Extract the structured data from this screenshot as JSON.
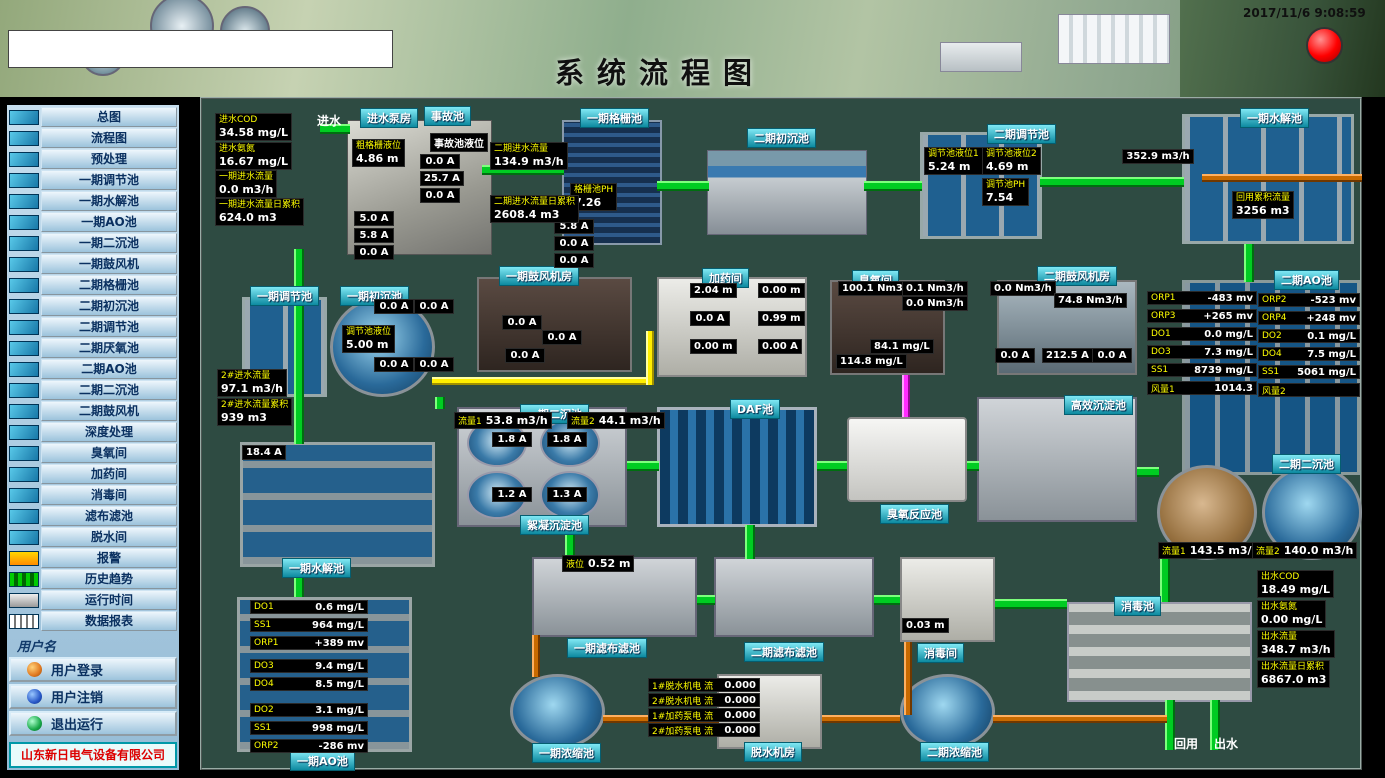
{
  "header": {
    "title": "系统流程图",
    "timestamp": "2017/11/6 9:08:59"
  },
  "sidebar": {
    "nav": [
      "总图",
      "流程图",
      "预处理",
      "一期调节池",
      "一期水解池",
      "一期AO池",
      "一期二沉池",
      "一期鼓风机",
      "二期格栅池",
      "二期初沉池",
      "二期调节池",
      "二期厌氧池",
      "二期AO池",
      "二期二沉池",
      "二期鼓风机",
      "深度处理",
      "臭氧间",
      "加药间",
      "消毒间",
      "滤布滤池",
      "脱水间",
      "报警",
      "历史趋势",
      "运行时间",
      "数据报表"
    ],
    "user_label": "用户名",
    "login_label": "用户登录",
    "logout_label": "用户注销",
    "exit_label": "退出运行",
    "company": "山东新日电气设备有限公司"
  },
  "main": {
    "labels": {
      "inlet": "进水",
      "pump_house": "进水泵房",
      "accident_pool": "事故池",
      "p1_grid": "一期格栅池",
      "p2_primary": "二期初沉池",
      "p2_regulate": "二期调节池",
      "p1_hydrolysis_top": "一期水解池",
      "p1_regulate": "一期调节池",
      "p1_primary": "一期初沉池",
      "p1_blower": "一期鼓风机房",
      "dosing_room": "加药间",
      "ozone_room": "臭氧间",
      "p2_blower": "二期鼓风机房",
      "p2_ao": "二期AO池",
      "p1_secondary": "一期二沉池",
      "floc_sed": "絮凝沉淀池",
      "daf": "DAF池",
      "ozone_reactor": "臭氧反应池",
      "high_eff_sed": "高效沉淀池",
      "p2_secondary": "二期二沉池",
      "p1_hydrolysis": "一期水解池",
      "p1_ao": "一期AO池",
      "p1_cloth": "一期滤布滤池",
      "p2_cloth": "二期滤布滤池",
      "disinfect_room": "消毒间",
      "disinfect_pool": "消毒池",
      "p1_thickener": "一期浓缩池",
      "dewater_room": "脱水机房",
      "p2_thickener": "二期浓缩池",
      "reuse": "回用",
      "outlet": "出水"
    },
    "inflow": {
      "cod": {
        "label": "进水COD",
        "value": "34.58  mg/L"
      },
      "nh3": {
        "label": "进水氨氮",
        "value": "16.67  mg/L"
      },
      "flow": {
        "label": "一期进水流量",
        "value": "0.0   m3/h"
      },
      "total": {
        "label": "一期进水流量日累积",
        "value": "624.0  m3"
      }
    },
    "pump_house": {
      "level": {
        "label": "粗格栅液位",
        "value": "4.86  m"
      },
      "currents": [
        "0.0  A",
        "25.7  A",
        "0.0  A",
        "5.0  A",
        "5.8  A",
        "0.0  A"
      ]
    },
    "p1_grid_currents": [
      "5.8  A",
      "0.0  A",
      "0.0  A"
    ],
    "accident_level_label": "事故池液位",
    "p2_inflow": {
      "flow": {
        "label": "二期进水流量",
        "value": "134.9  m3/h"
      },
      "ph": {
        "label": "格栅池PH",
        "value": "7.26"
      },
      "total": {
        "label": "二期进水流量日累积",
        "value": "2608.4  m3"
      }
    },
    "p2_regulate": {
      "level1": {
        "label": "调节池液位1",
        "value": "5.24   m"
      },
      "level2": {
        "label": "调节池液位2",
        "value": "4.69   m"
      },
      "ph": {
        "label": "调节池PH",
        "value": "7.54"
      }
    },
    "p1_hydrolysis_top": {
      "flow_value": "352.9  m3/h",
      "reuse": {
        "label": "回用累积流量",
        "value": "3256  m3"
      }
    },
    "p1_regulate": {
      "level": {
        "label": "调节池液位",
        "value": "5.00   m"
      }
    },
    "p1_primary_currents": [
      "0.0  A",
      "0.0  A",
      "0.0  A",
      "0.0  A"
    ],
    "p1_blower_currents": [
      "0.0  A",
      "0.0  A",
      "0.0  A"
    ],
    "dosing_values": [
      "2.04  m",
      "0.00  m",
      "0.0  A",
      "0.99  m",
      "0.00  m",
      "0.00  A"
    ],
    "ozone_values": [
      "100.1 Nm3/h",
      "0.1 Nm3/h",
      "0.0 Nm3/h",
      "84.1  mg/L",
      "114.8  mg/L"
    ],
    "p2_blower_values": [
      "0.0  Nm3/h",
      "74.8  Nm3/h",
      "0.0  A",
      "212.5  A",
      "0.0  A"
    ],
    "p2_ao": {
      "left": [
        {
          "label": "ORP1",
          "value": "-483  mv"
        },
        {
          "label": "ORP3",
          "value": "+265  mv"
        },
        {
          "label": "DO1",
          "value": "0.0  mg/L"
        },
        {
          "label": "DO3",
          "value": "7.3  mg/L"
        },
        {
          "label": "SS1",
          "value": "8739  mg/L"
        },
        {
          "label": "风量1",
          "value": "1014.3"
        }
      ],
      "right": [
        {
          "label": "ORP2",
          "value": "-523  mv"
        },
        {
          "label": "ORP4",
          "value": "+248  mv"
        },
        {
          "label": "DO2",
          "value": "0.1  mg/L"
        },
        {
          "label": "DO4",
          "value": "7.5  mg/L"
        },
        {
          "label": "SS1",
          "value": "5061  mg/L"
        },
        {
          "label": "风量2",
          "value": ""
        }
      ]
    },
    "p2_inflow2": {
      "flow": {
        "label": "2#进水流量",
        "value": "97.1  m3/h"
      },
      "total": {
        "label": "2#进水流量累积",
        "value": "939  m3"
      }
    },
    "p1_secondary": {
      "flow1": {
        "label": "流量1",
        "value": "53.8   m3/h"
      },
      "flow2": {
        "label": "流量2",
        "value": "44.1   m3/h"
      },
      "currents": [
        "1.8  A",
        "1.8  A",
        "1.2  A",
        "1.3  A"
      ]
    },
    "p2_secondary": {
      "flow1": {
        "label": "流量1",
        "value": "143.5  m3/h"
      },
      "flow2": {
        "label": "流量2",
        "value": "140.0  m3/h"
      }
    },
    "hydrolysis_current": "18.4  A",
    "p1_ao": {
      "group1": [
        {
          "label": "DO1",
          "value": "0.6    mg/L"
        },
        {
          "label": "SS1",
          "value": "964   mg/L"
        },
        {
          "label": "ORP1",
          "value": "+389   mv"
        }
      ],
      "group2": [
        {
          "label": "DO3",
          "value": "9.4    mg/L"
        },
        {
          "label": "DO4",
          "value": "8.5    mg/L"
        }
      ],
      "group3": [
        {
          "label": "DO2",
          "value": "3.1    mg/L"
        },
        {
          "label": "SS1",
          "value": "998   mg/L"
        },
        {
          "label": "ORP2",
          "value": "-286   mv"
        }
      ]
    },
    "cloth_level": {
      "label": "液位",
      "value": "0.52   m"
    },
    "disinfect_level": "0.03   m",
    "dewater_rows": [
      {
        "label": "1#脱水机电 流",
        "value": "0.000"
      },
      {
        "label": "2#脱水机电 流",
        "value": "0.000"
      },
      {
        "label": "1#加药泵电 流",
        "value": "0.000"
      },
      {
        "label": "2#加药泵电 流",
        "value": "0.000"
      }
    ],
    "outflow": {
      "cod": {
        "label": "出水COD",
        "value": "18.49  mg/L"
      },
      "nh3": {
        "label": "出水氨氮",
        "value": "0.00   mg/L"
      },
      "flow": {
        "label": "出水流量",
        "value": "348.7  m3/h"
      },
      "total": {
        "label": "出水流量日累积",
        "value": "6867.0  m3"
      }
    }
  }
}
